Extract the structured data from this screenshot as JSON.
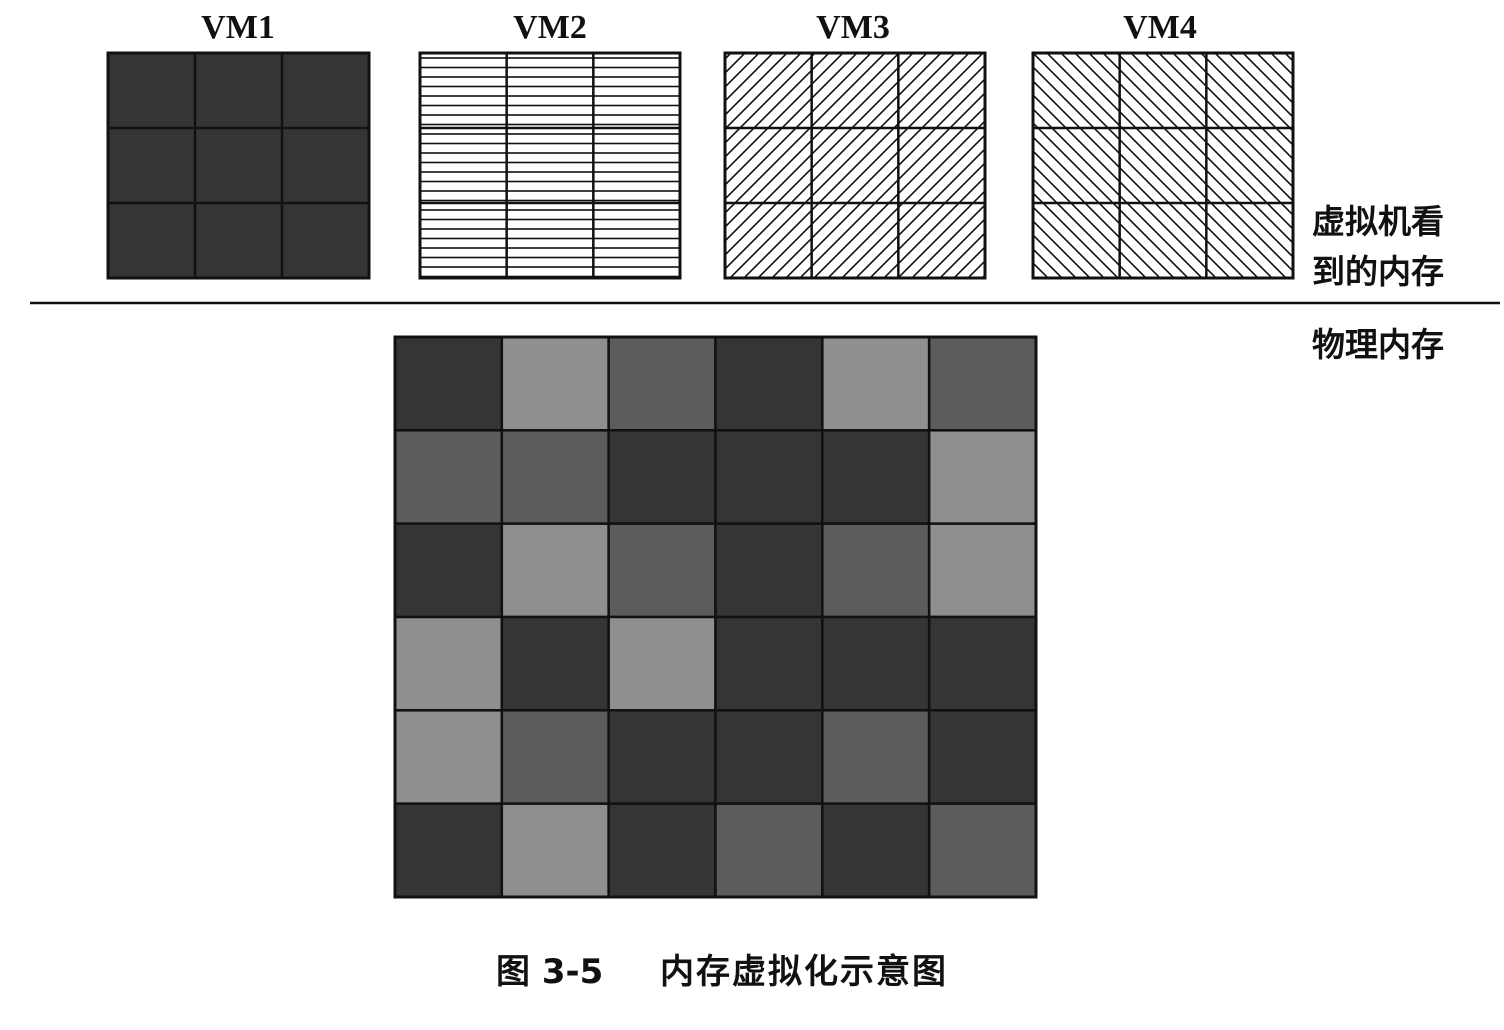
{
  "vms": [
    {
      "name": "VM1",
      "pattern": "solid-dark"
    },
    {
      "name": "VM2",
      "pattern": "horizontal-stripes"
    },
    {
      "name": "VM3",
      "pattern": "diagonal-forward"
    },
    {
      "name": "VM4",
      "pattern": "diagonal-back"
    }
  ],
  "labels": {
    "vm_view_line1": "虚拟机看",
    "vm_view_line2": "到的内存",
    "physical": "物理内存"
  },
  "caption": {
    "figure_number": "图 3-5",
    "title": "内存虚拟化示意图"
  },
  "physical_grid": {
    "rows": 6,
    "cols": 6,
    "shades": [
      [
        "dark",
        "light",
        "mid",
        "dark",
        "light",
        "mid"
      ],
      [
        "mid",
        "mid",
        "dark",
        "dark",
        "dark",
        "light"
      ],
      [
        "dark",
        "light",
        "mid",
        "dark",
        "mid",
        "light"
      ],
      [
        "light",
        "dark",
        "light",
        "dark",
        "dark",
        "dark"
      ],
      [
        "light",
        "mid",
        "dark",
        "dark",
        "mid",
        "dark"
      ],
      [
        "dark",
        "light",
        "dark",
        "mid",
        "dark",
        "mid"
      ]
    ]
  },
  "colors": {
    "dark": "#353535",
    "mid": "#5c5c5c",
    "light": "#8f8f8f",
    "line": "#111111"
  }
}
